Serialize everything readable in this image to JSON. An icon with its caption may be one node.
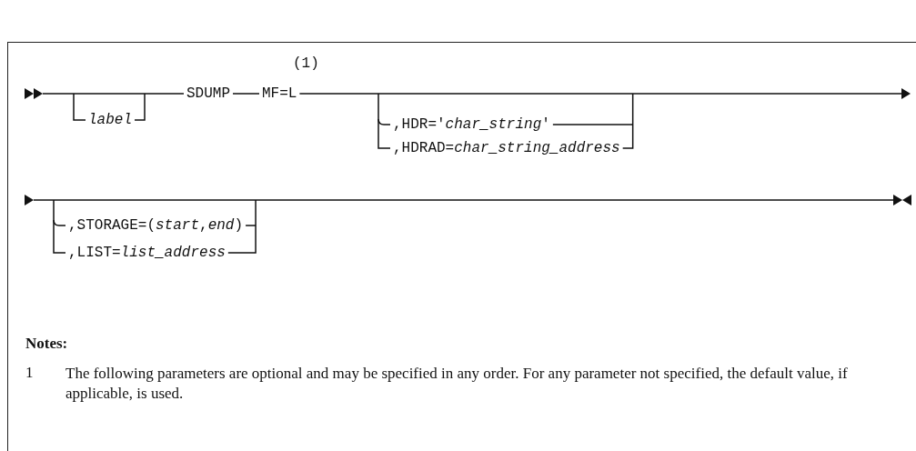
{
  "diagram": {
    "labels": [
      "(1)",
      "label",
      "SDUMP",
      "MF=L",
      ",HDR='*char_string*'",
      ",HDRAD=*char_string_address*",
      ",STORAGE=(*start*,*end*)",
      ",LIST=*list_address*",
      "Notes:",
      "1",
      "The following parameters are optional and may be specified in any order. For any parameter not specified, the default value, if applicable, is used."
    ]
  }
}
